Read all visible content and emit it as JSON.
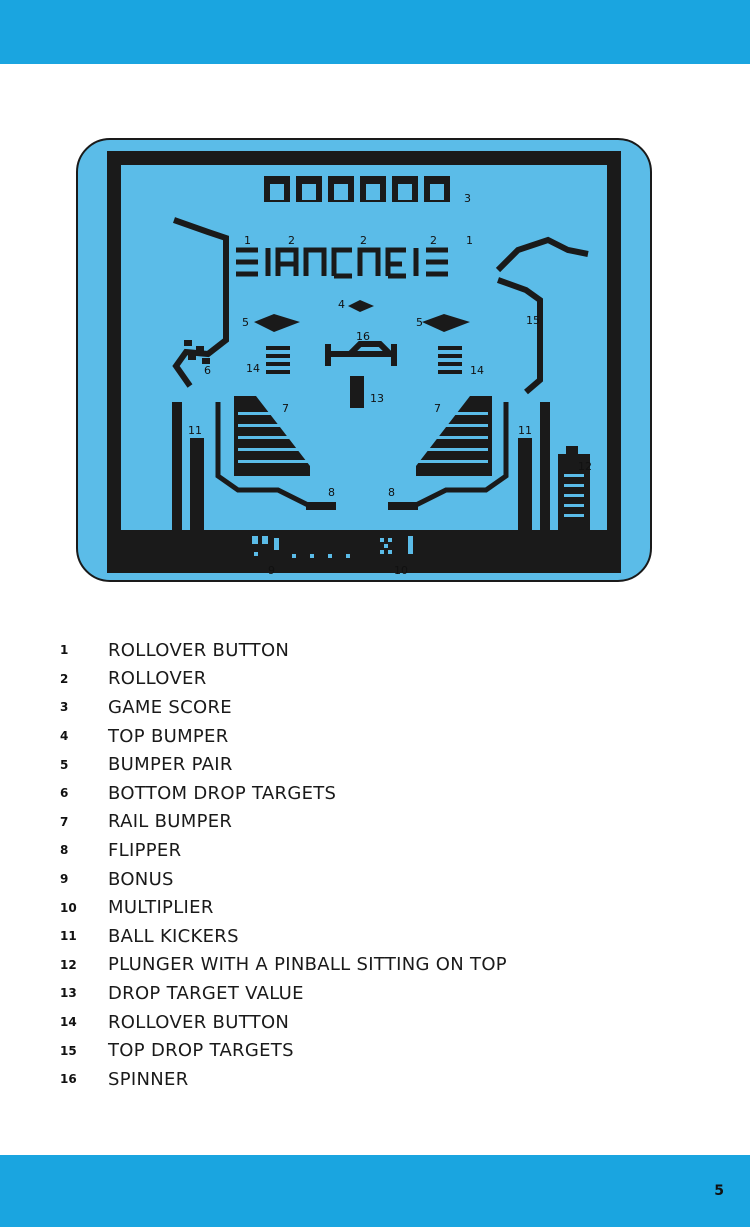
{
  "page": {
    "number": "5",
    "colors": {
      "band": "#1aa5e0",
      "screen": "#5bbce8",
      "ink": "#1a1a1a"
    }
  },
  "diagram": {
    "callouts": {
      "c1a": "1",
      "c2a": "2",
      "c2b": "2",
      "c2c": "2",
      "c1b": "1",
      "c3": "3",
      "c4": "4",
      "c5a": "5",
      "c5b": "5",
      "c16": "16",
      "c15": "15",
      "c6": "6",
      "c14a": "14",
      "c14b": "14",
      "c13": "13",
      "c7a": "7",
      "c7b": "7",
      "c11a": "11",
      "c11b": "11",
      "c12": "12",
      "c8a": "8",
      "c8b": "8",
      "c9": "9",
      "c10": "10"
    }
  },
  "legend": [
    {
      "num": "1",
      "label": "ROLLOVER BUTTON"
    },
    {
      "num": "2",
      "label": "ROLLOVER"
    },
    {
      "num": "3",
      "label": "GAME SCORE"
    },
    {
      "num": "4",
      "label": "TOP BUMPER"
    },
    {
      "num": "5",
      "label": "BUMPER PAIR"
    },
    {
      "num": "6",
      "label": "BOTTOM DROP TARGETS"
    },
    {
      "num": "7",
      "label": "RAIL BUMPER"
    },
    {
      "num": "8",
      "label": "FLIPPER"
    },
    {
      "num": "9",
      "label": "BONUS"
    },
    {
      "num": "10",
      "label": "MULTIPLIER"
    },
    {
      "num": "11",
      "label": "BALL KICKERS"
    },
    {
      "num": "12",
      "label": "PLUNGER WITH A PINBALL SITTING ON TOP"
    },
    {
      "num": "13",
      "label": "DROP TARGET VALUE"
    },
    {
      "num": "14",
      "label": "ROLLOVER BUTTON"
    },
    {
      "num": "15",
      "label": "TOP DROP TARGETS"
    },
    {
      "num": "16",
      "label": "SPINNER"
    }
  ]
}
